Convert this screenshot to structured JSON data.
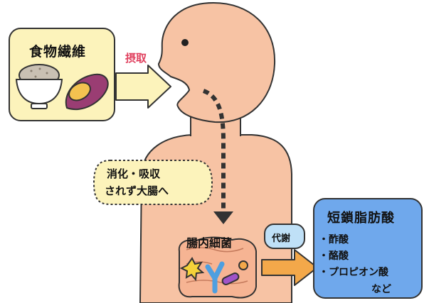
{
  "fiber": {
    "title": "食物繊維",
    "icons": [
      "rice-bowl-icon",
      "sweet-potato-icon"
    ]
  },
  "intake_label": "摂取",
  "bubble": {
    "line1": "消化・吸収",
    "line2": "されず大腸へ"
  },
  "bacteria_label": "腸内細菌",
  "metabolism_label": "代謝",
  "scfa": {
    "title": "短鎖脂肪酸",
    "items": [
      "・酢酸",
      "・酪酸",
      "・プロピオン酸"
    ],
    "etc": "など"
  },
  "colors": {
    "skin": "#f7c3a4",
    "outline": "#333333",
    "fiber_panel": "#fcf3bb",
    "bubble_fill": "#fcf3bb",
    "scfa_panel": "#6fa8ec",
    "metab_badge": "#bfe0f7",
    "arrow_yellow": "#fcf3bb",
    "arrow_orange": "#f3a84a",
    "intake_text": "#e0405e"
  }
}
